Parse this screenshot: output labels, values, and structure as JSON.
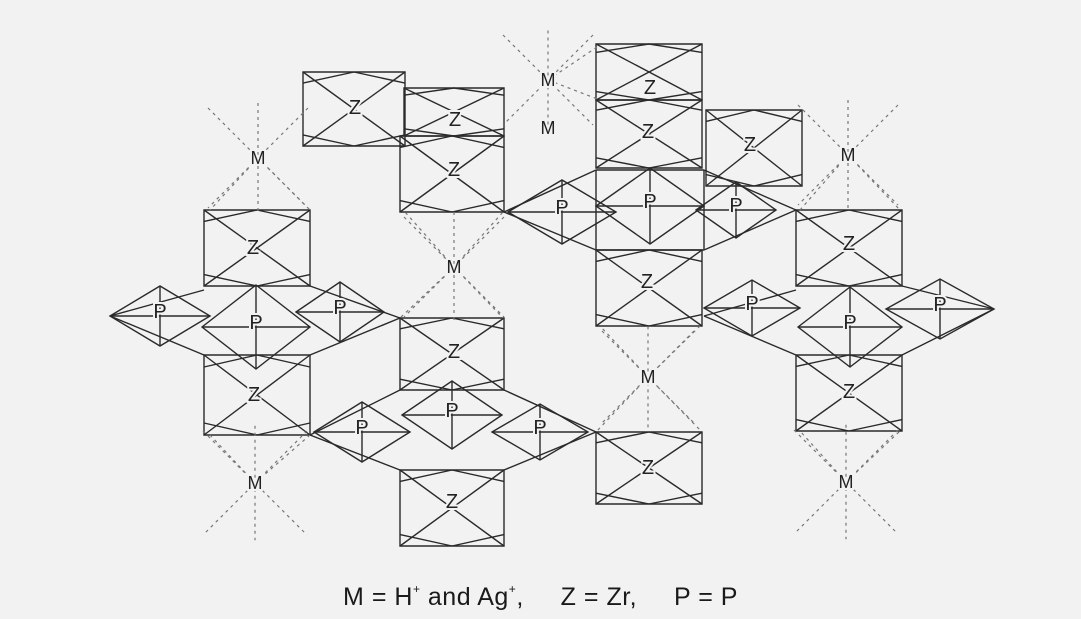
{
  "diagram": {
    "node_labels": {
      "M": "M",
      "Z": "Z",
      "P": "P"
    },
    "legend": {
      "m_symbol": "M",
      "eq1": "= H",
      "sup1": "+",
      "and_text": "and",
      "ag": "Ag",
      "sup2": "+",
      "sep1": ",",
      "z_symbol": "Z",
      "eq2": "= Zr,",
      "p_symbol": "P",
      "eq3": "= P"
    }
  }
}
